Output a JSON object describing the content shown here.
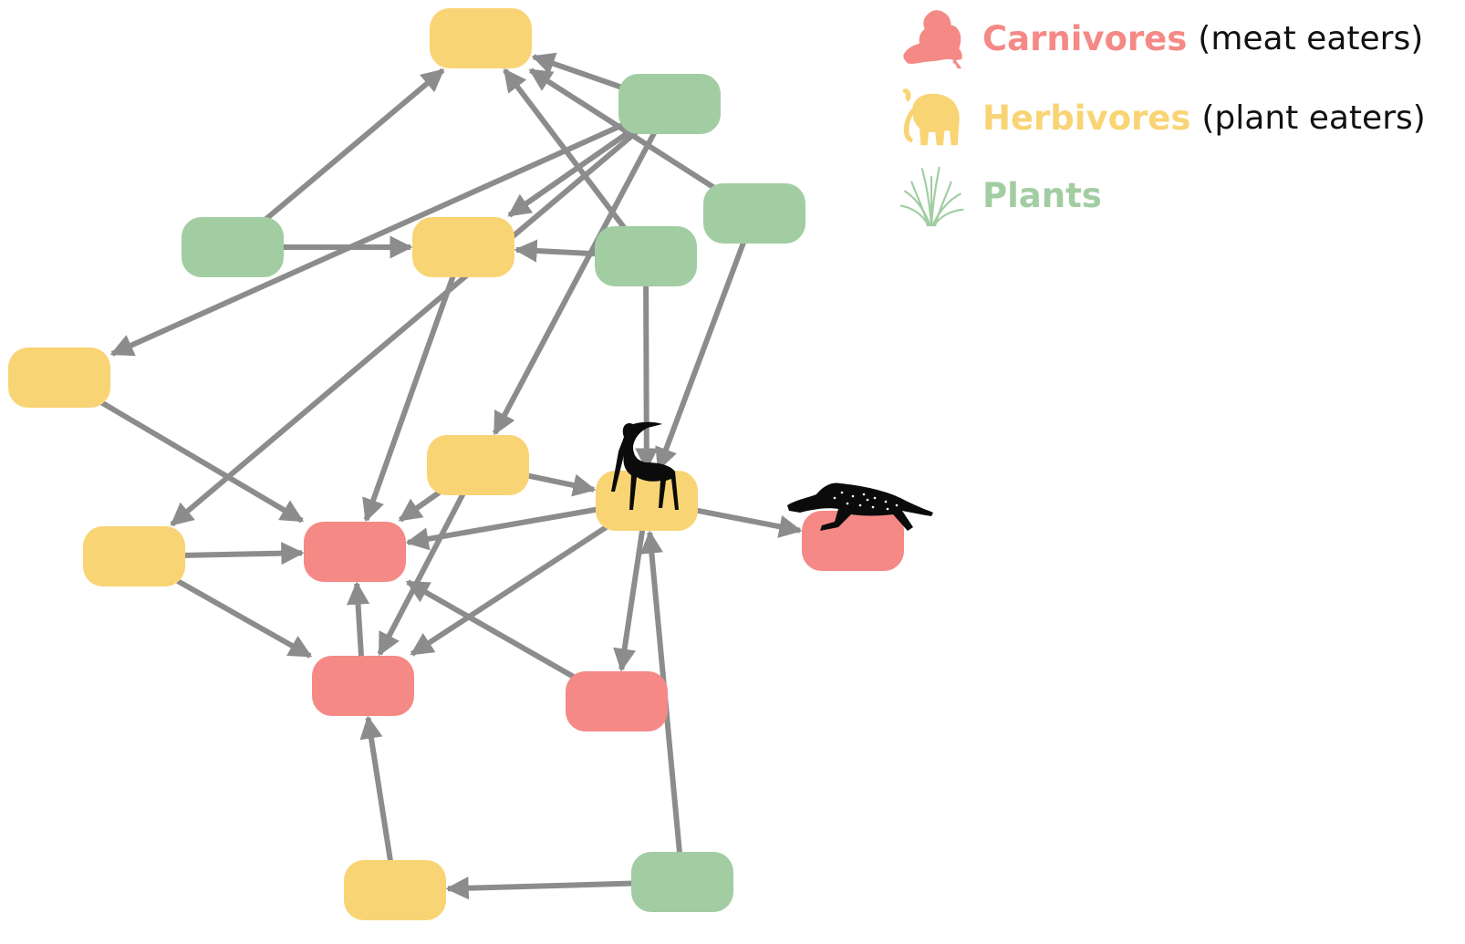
{
  "colors": {
    "carnivore": "#f48986",
    "herbivore": "#f9d475",
    "plant": "#a2cda2",
    "edge": "#8c8c8c",
    "silhouette": "#0b0b0b"
  },
  "legend": [
    {
      "category": "carnivore",
      "label": "Carnivores",
      "description": "(meat eaters)",
      "icon": "lion-icon"
    },
    {
      "category": "herbivore",
      "label": "Herbivores",
      "description": "(plant eaters)",
      "icon": "elephant-icon"
    },
    {
      "category": "plant",
      "label": "Plants",
      "description": "",
      "icon": "grass-icon"
    }
  ],
  "nodes": [
    {
      "id": "h1",
      "category": "herbivore"
    },
    {
      "id": "p1",
      "category": "plant"
    },
    {
      "id": "p2",
      "category": "plant"
    },
    {
      "id": "h2",
      "category": "herbivore"
    },
    {
      "id": "p3",
      "category": "plant"
    },
    {
      "id": "p4",
      "category": "plant"
    },
    {
      "id": "h3",
      "category": "herbivore"
    },
    {
      "id": "h4",
      "category": "herbivore"
    },
    {
      "id": "h5",
      "category": "herbivore",
      "figure": "gazelle-icon"
    },
    {
      "id": "c1",
      "category": "carnivore",
      "figure": "cheetah-icon"
    },
    {
      "id": "h6",
      "category": "herbivore"
    },
    {
      "id": "c2",
      "category": "carnivore"
    },
    {
      "id": "c3",
      "category": "carnivore"
    },
    {
      "id": "c4",
      "category": "carnivore"
    },
    {
      "id": "h7",
      "category": "herbivore"
    },
    {
      "id": "p5",
      "category": "plant"
    }
  ],
  "edges": [
    [
      "p1",
      "h1"
    ],
    [
      "p2",
      "h1"
    ],
    [
      "p3",
      "h1"
    ],
    [
      "p4",
      "h1"
    ],
    [
      "p1",
      "h2"
    ],
    [
      "p2",
      "h2"
    ],
    [
      "p3",
      "h2"
    ],
    [
      "p2",
      "h3"
    ],
    [
      "p2",
      "h6"
    ],
    [
      "p2",
      "h4"
    ],
    [
      "h3",
      "c2"
    ],
    [
      "h6",
      "c2"
    ],
    [
      "h6",
      "c3"
    ],
    [
      "h2",
      "c2"
    ],
    [
      "h4",
      "c2"
    ],
    [
      "h4",
      "c3"
    ],
    [
      "h5",
      "c2"
    ],
    [
      "h5",
      "c3"
    ],
    [
      "h5",
      "c1"
    ],
    [
      "h5",
      "c4"
    ],
    [
      "p3",
      "h5"
    ],
    [
      "p4",
      "h5"
    ],
    [
      "h4",
      "h5"
    ],
    [
      "c4",
      "c2"
    ],
    [
      "c3",
      "c2"
    ],
    [
      "h7",
      "c3"
    ],
    [
      "p5",
      "h7"
    ],
    [
      "p5",
      "h5"
    ]
  ]
}
